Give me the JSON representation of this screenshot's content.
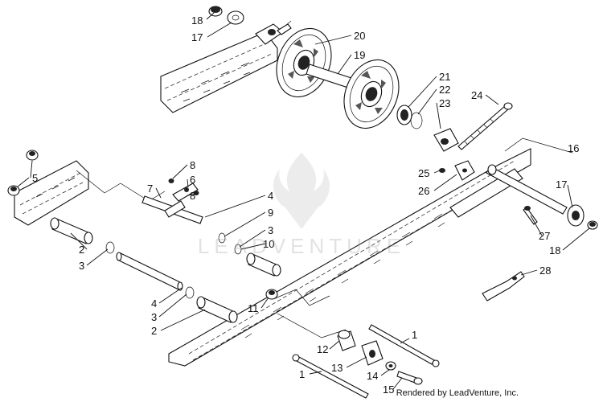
{
  "diagram": {
    "callouts": [
      {
        "id": "c18a",
        "text": "18"
      },
      {
        "id": "c17a",
        "text": "17"
      },
      {
        "id": "c20",
        "text": "20"
      },
      {
        "id": "c19",
        "text": "19"
      },
      {
        "id": "c21",
        "text": "21"
      },
      {
        "id": "c22",
        "text": "22"
      },
      {
        "id": "c23",
        "text": "23"
      },
      {
        "id": "c24",
        "text": "24"
      },
      {
        "id": "c16",
        "text": "16"
      },
      {
        "id": "c5",
        "text": "5"
      },
      {
        "id": "c8a",
        "text": "8"
      },
      {
        "id": "c6",
        "text": "6"
      },
      {
        "id": "c8b",
        "text": "8"
      },
      {
        "id": "c7",
        "text": "7"
      },
      {
        "id": "c4a",
        "text": "4"
      },
      {
        "id": "c9",
        "text": "9"
      },
      {
        "id": "c3a",
        "text": "3"
      },
      {
        "id": "c10",
        "text": "10"
      },
      {
        "id": "c25",
        "text": "25"
      },
      {
        "id": "c26",
        "text": "26"
      },
      {
        "id": "c17b",
        "text": "17"
      },
      {
        "id": "c27",
        "text": "27"
      },
      {
        "id": "c18b",
        "text": "18"
      },
      {
        "id": "c28",
        "text": "28"
      },
      {
        "id": "c2a",
        "text": "2"
      },
      {
        "id": "c3b",
        "text": "3"
      },
      {
        "id": "c4b",
        "text": "4"
      },
      {
        "id": "c3c",
        "text": "3"
      },
      {
        "id": "c2b",
        "text": "2"
      },
      {
        "id": "c11",
        "text": "11"
      },
      {
        "id": "c1a",
        "text": "1"
      },
      {
        "id": "c12",
        "text": "12"
      },
      {
        "id": "c13",
        "text": "13"
      },
      {
        "id": "c14",
        "text": "14"
      },
      {
        "id": "c1b",
        "text": "1"
      },
      {
        "id": "c15",
        "text": "15"
      }
    ]
  },
  "watermark": {
    "text": "LEADVENTURE",
    "logo": "leadventure-flame-logo"
  },
  "credit": {
    "text": "Rendered by LeadVenture, Inc."
  }
}
